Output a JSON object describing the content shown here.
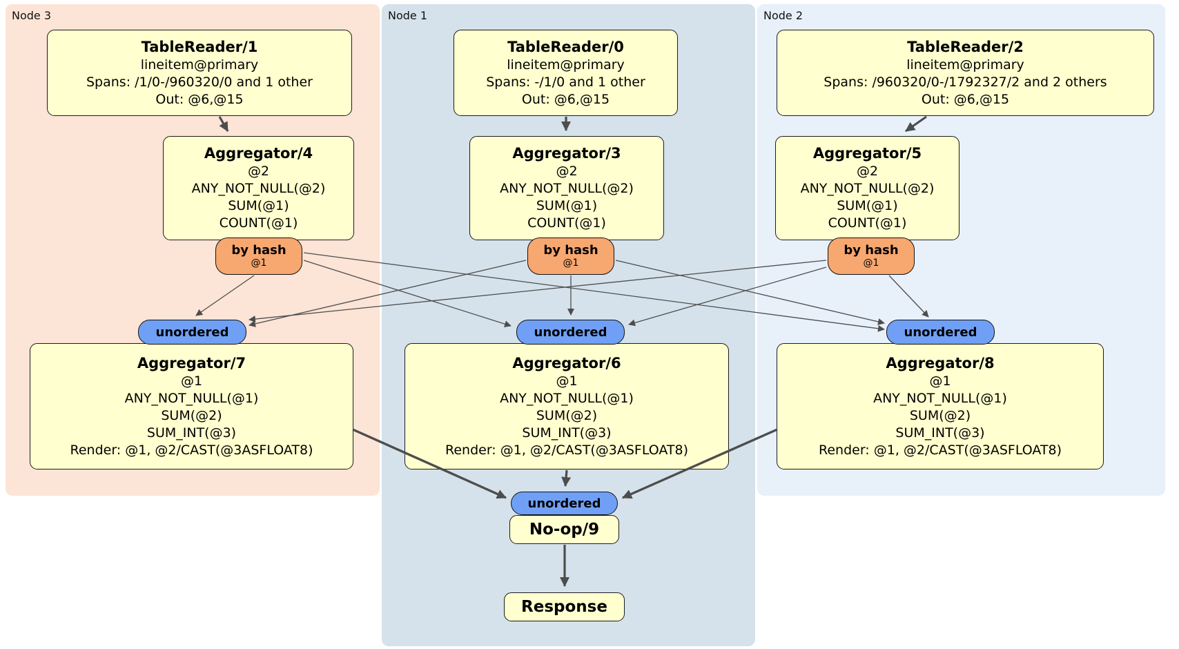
{
  "regions": [
    {
      "id": "node3",
      "label": "Node 3",
      "color": "#fce4d6"
    },
    {
      "id": "node1",
      "label": "Node 1",
      "color": "#d5e2eb"
    },
    {
      "id": "node2",
      "label": "Node 2",
      "color": "#e8f0fa"
    }
  ],
  "ops": {
    "tr1": {
      "title": "TableReader/1",
      "lines": [
        "lineitem@primary",
        "Spans: /1/0-/960320/0 and 1 other",
        "Out: @6,@15"
      ]
    },
    "tr0": {
      "title": "TableReader/0",
      "lines": [
        "lineitem@primary",
        "Spans: -/1/0 and 1 other",
        "Out: @6,@15"
      ]
    },
    "tr2": {
      "title": "TableReader/2",
      "lines": [
        "lineitem@primary",
        "Spans: /960320/0-/1792327/2 and 2 others",
        "Out: @6,@15"
      ]
    },
    "agg4": {
      "title": "Aggregator/4",
      "lines": [
        "@2",
        "ANY_NOT_NULL(@2)",
        "SUM(@1)",
        "COUNT(@1)"
      ]
    },
    "agg3": {
      "title": "Aggregator/3",
      "lines": [
        "@2",
        "ANY_NOT_NULL(@2)",
        "SUM(@1)",
        "COUNT(@1)"
      ]
    },
    "agg5": {
      "title": "Aggregator/5",
      "lines": [
        "@2",
        "ANY_NOT_NULL(@2)",
        "SUM(@1)",
        "COUNT(@1)"
      ]
    },
    "agg7": {
      "title": "Aggregator/7",
      "lines": [
        "@1",
        "ANY_NOT_NULL(@1)",
        "SUM(@2)",
        "SUM_INT(@3)",
        "Render: @1, @2/CAST(@3ASFLOAT8)"
      ]
    },
    "agg6": {
      "title": "Aggregator/6",
      "lines": [
        "@1",
        "ANY_NOT_NULL(@1)",
        "SUM(@2)",
        "SUM_INT(@3)",
        "Render: @1, @2/CAST(@3ASFLOAT8)"
      ]
    },
    "agg8": {
      "title": "Aggregator/8",
      "lines": [
        "@1",
        "ANY_NOT_NULL(@1)",
        "SUM(@2)",
        "SUM_INT(@3)",
        "Render: @1, @2/CAST(@3ASFLOAT8)"
      ]
    },
    "noop": {
      "title": "No-op/9"
    },
    "response": {
      "title": "Response"
    }
  },
  "routers": {
    "by_hash": {
      "label": "by hash",
      "sub": "@1"
    },
    "unordered": {
      "label": "unordered"
    }
  },
  "colors": {
    "operator_fill": "#ffffcf",
    "hash_router_fill": "#f7a770",
    "unordered_sync_fill": "#70a0f5",
    "edge": "#4d4d4d",
    "node3_region": "#fce4d6",
    "node1_region": "#d5e2eb",
    "node2_region": "#e8f0fa"
  }
}
